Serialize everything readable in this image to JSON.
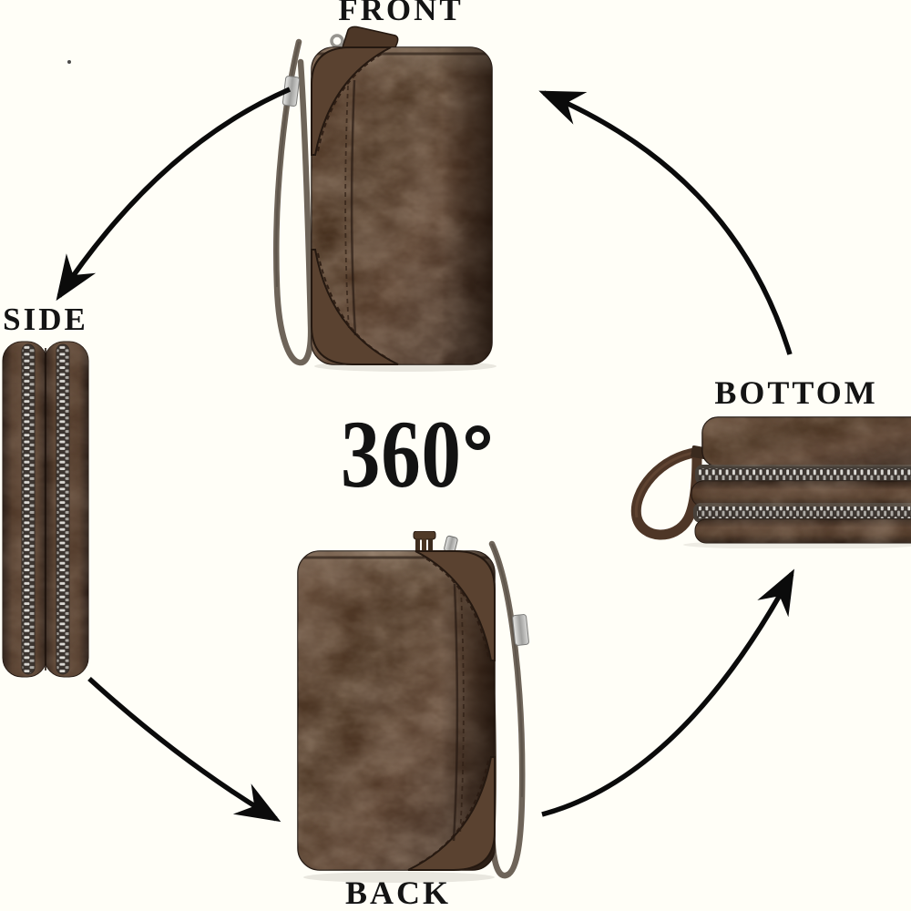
{
  "background": "#fffef7",
  "center": {
    "value": "360",
    "symbol": "°"
  },
  "views": [
    {
      "id": "front",
      "label": "FRONT"
    },
    {
      "id": "side",
      "label": "SIDE"
    },
    {
      "id": "back",
      "label": "BACK"
    },
    {
      "id": "bottom",
      "label": "BOTTOM"
    }
  ],
  "arrows": [
    {
      "id": "front-to-side",
      "icon": "curved-arrow-icon",
      "direction": "counterclockwise"
    },
    {
      "id": "side-to-back",
      "icon": "curved-arrow-icon",
      "direction": "counterclockwise"
    },
    {
      "id": "back-to-bottom",
      "icon": "curved-arrow-icon",
      "direction": "counterclockwise"
    },
    {
      "id": "bottom-to-front",
      "icon": "curved-arrow-icon",
      "direction": "counterclockwise"
    }
  ],
  "colors": {
    "label_text": "#141414",
    "arrow_black": "#0b0b0b",
    "leather_dark": "#31221a",
    "leather_mid": "#4a3323",
    "leather_light": "#5f4533",
    "zipper_teeth_silver": "#dcdad5",
    "zipper_tape": "#3c3530",
    "strap_gray": "#6e6459",
    "metal_silver": "#c9c9c7"
  }
}
